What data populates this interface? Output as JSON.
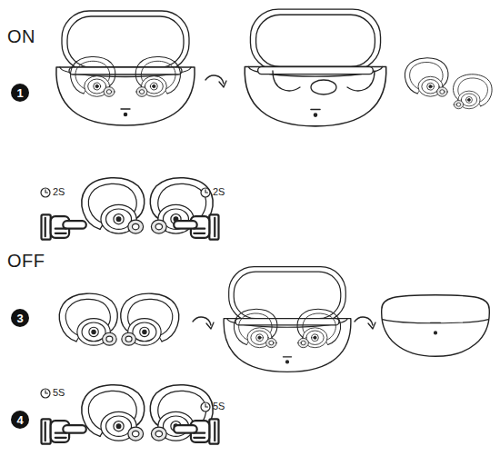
{
  "diagram": {
    "labels": [
      "ON",
      "1",
      "2S",
      "2S",
      "OFF",
      "3",
      "4",
      "5S",
      "5S"
    ]
  }
}
